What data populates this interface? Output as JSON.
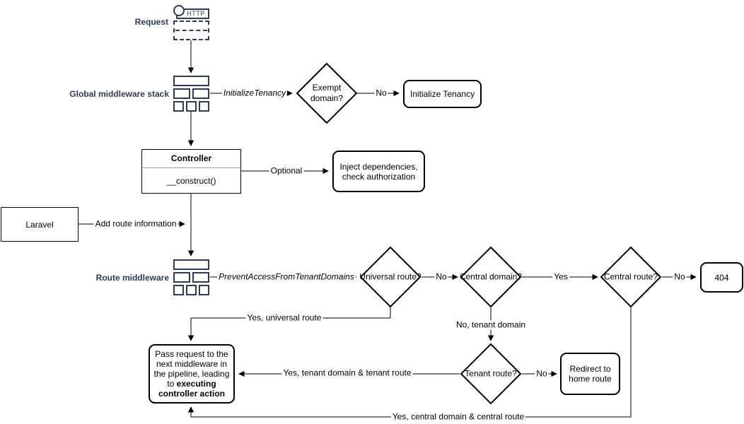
{
  "colors": {
    "accent_navy": "#2F3B52",
    "stroke": "#000000",
    "background": "#FFFFFF"
  },
  "diagram": {
    "stage_labels": {
      "request": "Request",
      "global_middleware_stack": "Global middleware stack",
      "route_middleware": "Route middleware"
    },
    "icons": {
      "http_label": "HTTP"
    },
    "nodes": {
      "exempt_domain": "Exempt domain?",
      "initialize_tenancy": "Initialize Tenancy",
      "controller_title": "Controller",
      "controller_method": "__construct()",
      "inject_dependencies": "Inject dependencies, check authorization",
      "laravel": "Laravel",
      "universal_route": "Universal route?",
      "central_domain": "Central domain?",
      "central_route": "Central route?",
      "error_404": "404",
      "tenant_route": "Tenant route?",
      "redirect_home": "Redirect to home route",
      "pass_request_text": "Pass request to the next middleware in the pipeline, leading to ",
      "pass_request_bold": "executing controller action"
    },
    "edge_labels": {
      "initialize_tenancy_middleware": "InitializeTenancy",
      "prevent_access_middleware": "PreventAccessFromTenantDomains",
      "exempt_no": "No",
      "optional": "Optional",
      "add_route_information": "Add route information",
      "universal_no": "No",
      "central_domain_yes": "Yes",
      "central_route_no": "No",
      "tenant_domain_no": "No, tenant domain",
      "tenant_route_no": "No",
      "universal_yes": "Yes, universal route",
      "tenant_yes": "Yes, tenant domain & tenant route",
      "central_yes": "Yes, central domain & central route"
    }
  }
}
